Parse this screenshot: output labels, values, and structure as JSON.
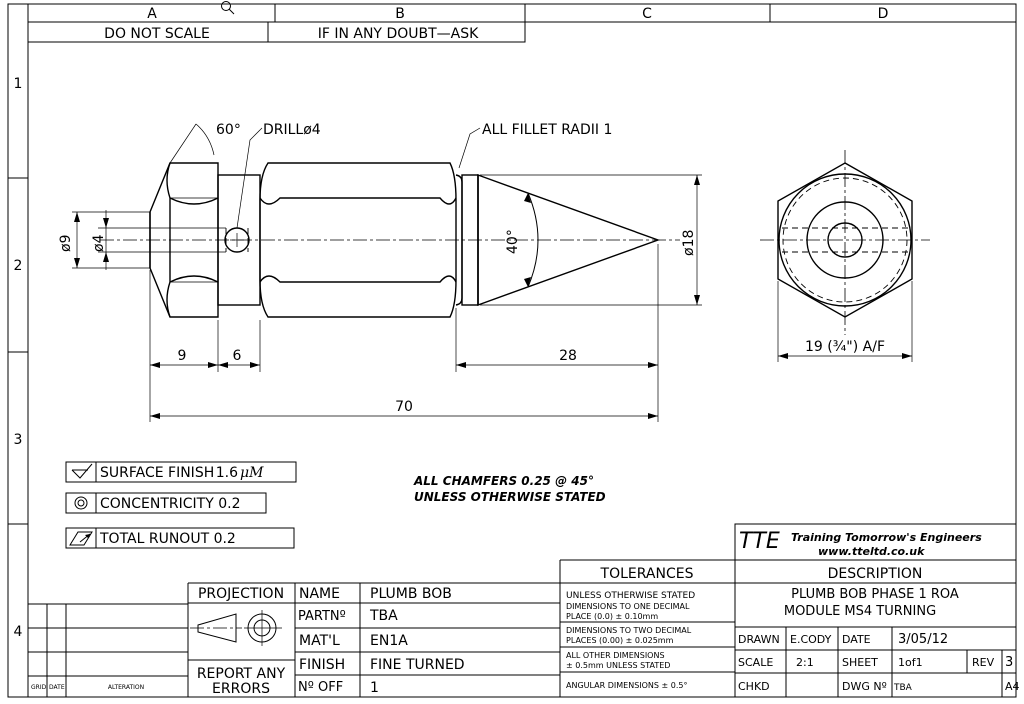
{
  "grid": {
    "columns": [
      "A",
      "B",
      "C",
      "D"
    ],
    "rows": [
      "1",
      "2",
      "3",
      "4"
    ]
  },
  "header_notes": {
    "do_not_scale": "DO NOT SCALE",
    "doubt": "IF IN ANY DOUBT—ASK"
  },
  "callouts": {
    "angle_60": "60°",
    "drill": "DRILLø4",
    "fillet": "ALL FILLET RADII 1",
    "angle_40": "40°",
    "dia_9": "ø9",
    "dia_4": "ø4",
    "dia_18": "ø18"
  },
  "dimensions": {
    "d9": "9",
    "d6": "6",
    "d28": "28",
    "d70": "70",
    "across_flats": "19 (¾\") A/F"
  },
  "gdt": {
    "surface_finish_label": "SURFACE FINISH",
    "surface_finish_value": "1.6",
    "surface_finish_unit": "μM",
    "concentricity": "CONCENTRICITY 0.2",
    "total_runout": "TOTAL RUNOUT 0.2"
  },
  "chamfer_note": {
    "line1": "ALL CHAMFERS 0.25 @ 45°",
    "line2": "UNLESS OTHERWISE STATED"
  },
  "company": {
    "logo": "TTE",
    "name": "Training Tomorrow's Engineers",
    "url": "www.tteltd.co.uk"
  },
  "title_block": {
    "projection": "PROJECTION",
    "report_line1": "REPORT ANY",
    "report_line2": "ERRORS",
    "name_label": "NAME",
    "name_value": "PLUMB BOB",
    "part_label": "PARTNº",
    "part_value": "TBA",
    "mat_label": "MAT'L",
    "mat_value": "EN1A",
    "finish_label": "FINISH",
    "finish_value": "FINE TURNED",
    "off_label": "Nº OFF",
    "off_value": "1",
    "tolerances_title": "TOLERANCES",
    "tol_1": "UNLESS OTHERWISE STATED",
    "tol_2": "DIMENSIONS TO ONE DECIMAL",
    "tol_3": "PLACE (0.0)   ± 0.10mm",
    "tol_4": "DIMENSIONS TO TWO DECIMAL",
    "tol_5": "PLACES (0.00) ± 0.025mm",
    "tol_6": "ALL OTHER DIMENSIONS",
    "tol_7": "±  0.5mm UNLESS STATED",
    "tol_8": "ANGULAR DIMENSIONS ± 0.5°",
    "description_title": "DESCRIPTION",
    "desc_1": "PLUMB BOB PHASE 1 ROA",
    "desc_2": "MODULE MS4 TURNING",
    "drawn_label": "DRAWN",
    "drawn_value": "E.CODY",
    "date_label": "DATE",
    "date_value": "3/05/12",
    "scale_label": "SCALE",
    "scale_value": "2:1",
    "sheet_label": "SHEET",
    "sheet_value": "1of1",
    "rev_label": "REV",
    "rev_value": "3",
    "chkd_label": "CHKD",
    "dwg_label": "DWG Nº",
    "dwg_value": "TBA",
    "size": "A4",
    "grid_label": "GRID",
    "date_col_label": "DATE",
    "alteration_label": "ALTERATION"
  }
}
